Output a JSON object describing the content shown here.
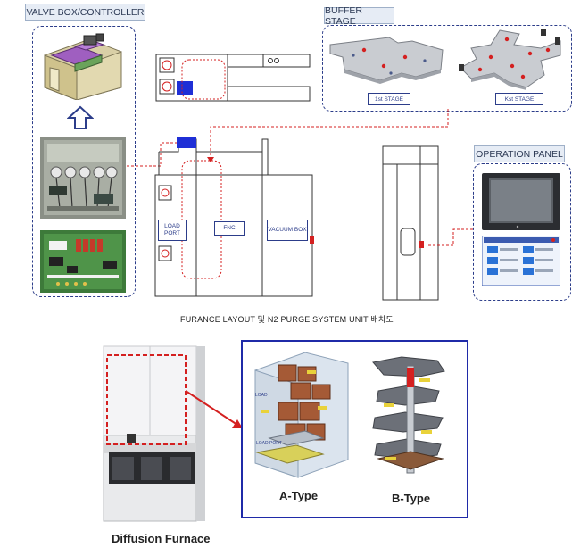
{
  "top": {
    "valve_box_title": "VALVE BOX/CONTROLLER",
    "buffer_stage_title": "BUFFER STAGE",
    "operation_panel_title": "OPERATION PANEL",
    "stage_labels": [
      "1st STAGE",
      "Kst STAGE"
    ],
    "layout_labels": {
      "load_port": "LOAD PORT",
      "fnc": "FNC",
      "vacuum_box": "VACUUM BOX"
    },
    "caption": "FURANCE LAYOUT 및 N2 PURGE SYSTEM UNIT 배치도"
  },
  "bottom": {
    "furnace_title": "Diffusion Furnace",
    "type_a": "A-Type",
    "type_b": "B-Type",
    "type_a_labels": [
      "LOAD",
      "LOAD PORT"
    ]
  },
  "colors": {
    "accent_red": "#d42020",
    "panel_blue": "#2c3d8a",
    "box_blue": "#1f2fd6"
  }
}
